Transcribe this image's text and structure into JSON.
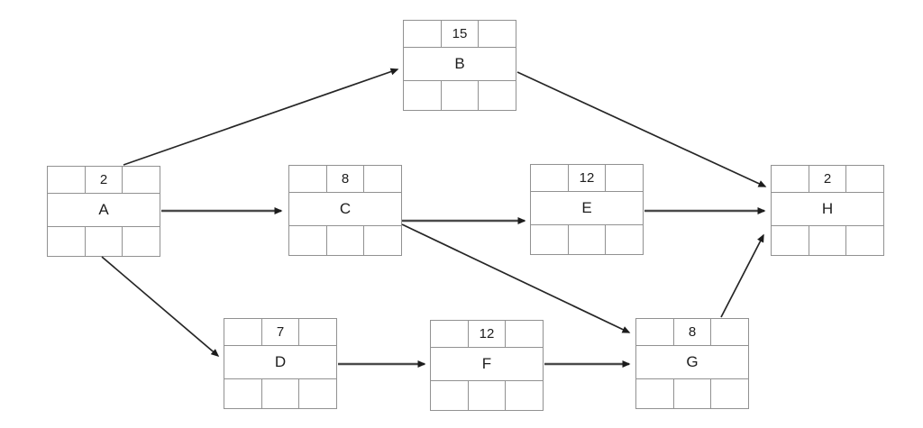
{
  "diagram": {
    "kind": "activity-on-node precedence network",
    "nodes": [
      {
        "id": "A",
        "duration": "2"
      },
      {
        "id": "B",
        "duration": "15"
      },
      {
        "id": "C",
        "duration": "8"
      },
      {
        "id": "D",
        "duration": "7"
      },
      {
        "id": "E",
        "duration": "12"
      },
      {
        "id": "F",
        "duration": "12"
      },
      {
        "id": "G",
        "duration": "8"
      },
      {
        "id": "H",
        "duration": "2"
      }
    ],
    "edges": [
      {
        "from": "A",
        "to": "B"
      },
      {
        "from": "A",
        "to": "C"
      },
      {
        "from": "A",
        "to": "D"
      },
      {
        "from": "B",
        "to": "H"
      },
      {
        "from": "C",
        "to": "E"
      },
      {
        "from": "C",
        "to": "G"
      },
      {
        "from": "D",
        "to": "F"
      },
      {
        "from": "E",
        "to": "H"
      },
      {
        "from": "F",
        "to": "G"
      },
      {
        "from": "G",
        "to": "H"
      }
    ],
    "colors": {
      "node_border": "#919191",
      "arrow": "#2a2a2a",
      "text": "#1d1d1d",
      "background": "#ffffff"
    }
  }
}
